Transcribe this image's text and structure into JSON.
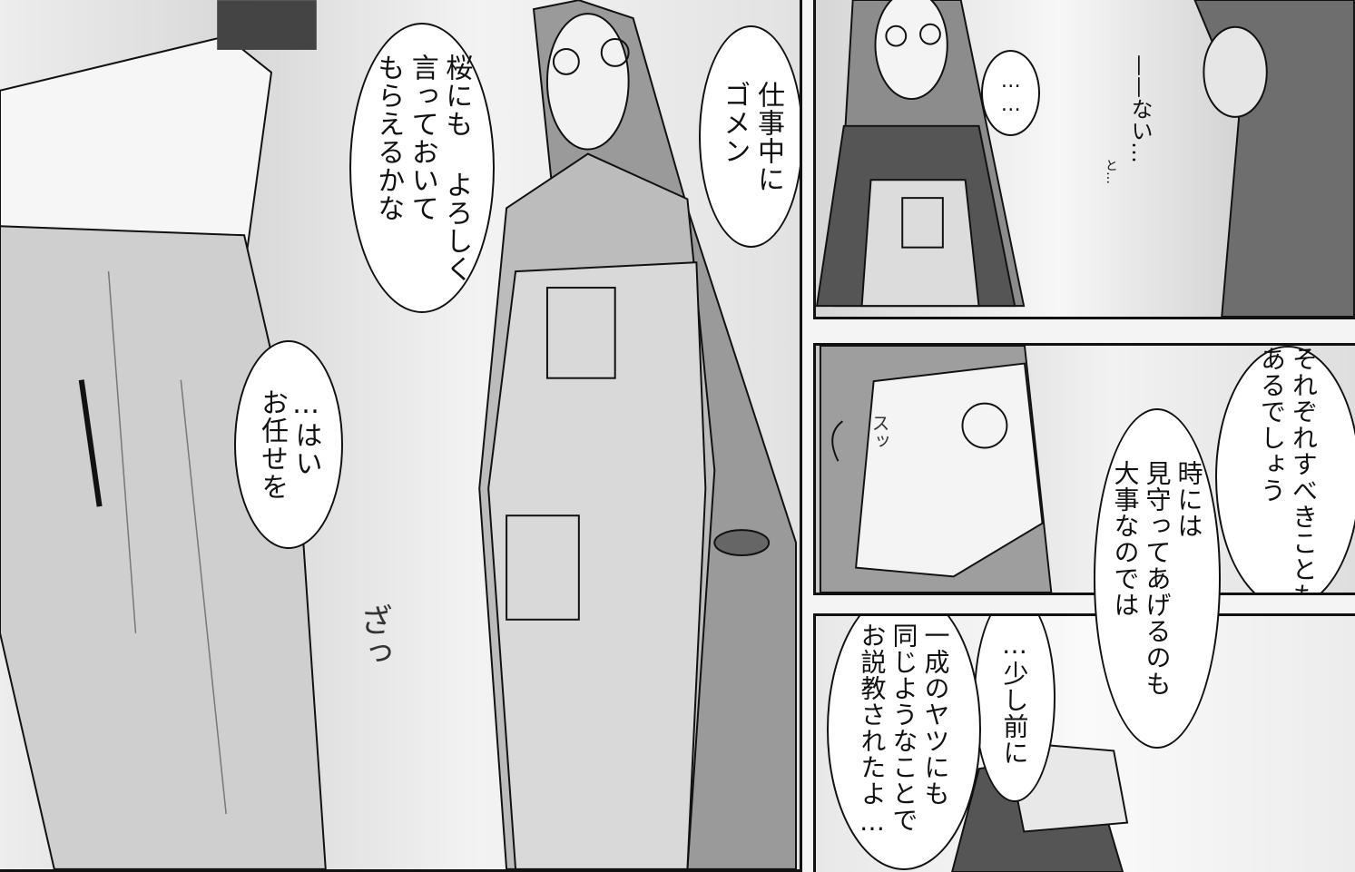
{
  "panels": {
    "main": {
      "bubbles": [
        {
          "text": "仕事中に\nゴメン"
        },
        {
          "text": "桜にも よろしく\n言っておいて\nもらえるかな"
        },
        {
          "text": "…はい\nお任せを"
        }
      ],
      "sfx": "ざっ"
    },
    "top_right": {
      "bubbles": [
        {
          "text": "……"
        }
      ],
      "free_text": "——ない…",
      "small_text": "と…"
    },
    "middle_right": {
      "bubbles": [
        {
          "text": "それぞれすべきことも\nあるでしょう"
        },
        {
          "text": "時には\n見守ってあげるのも\n大事なのでは"
        }
      ],
      "sfx": "スッ"
    },
    "bottom_right": {
      "bubbles": [
        {
          "text": "…少し前に"
        },
        {
          "text": "一成のヤツにも\n同じようなことで\nお説教されたよ…"
        }
      ]
    }
  },
  "colors": {
    "ink": "#111111",
    "paper": "#ffffff",
    "screentone": "#bdbdbd"
  }
}
